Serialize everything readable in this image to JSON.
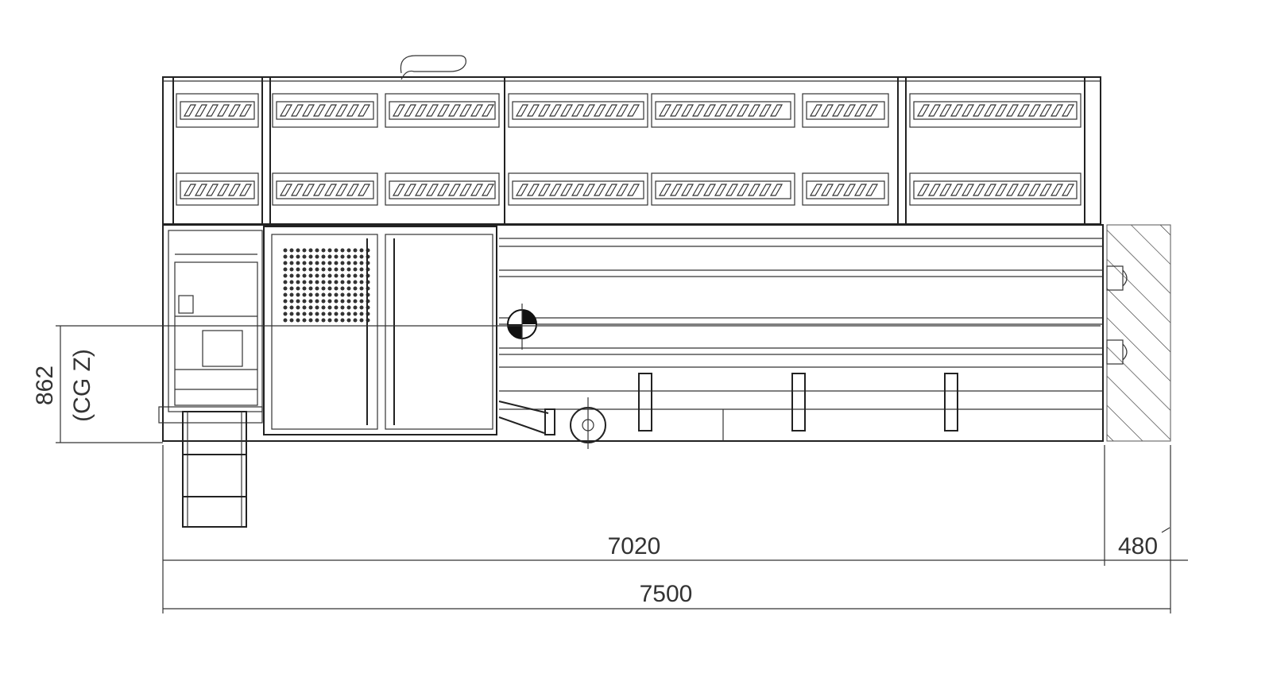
{
  "drawing": {
    "dimensions": {
      "cg_height": "862",
      "cg_label": "(CG Z)",
      "body_length": "7020",
      "overhang": "480",
      "overall_length": "7500"
    },
    "colors": {
      "line": "#222222",
      "background": "#ffffff"
    }
  }
}
